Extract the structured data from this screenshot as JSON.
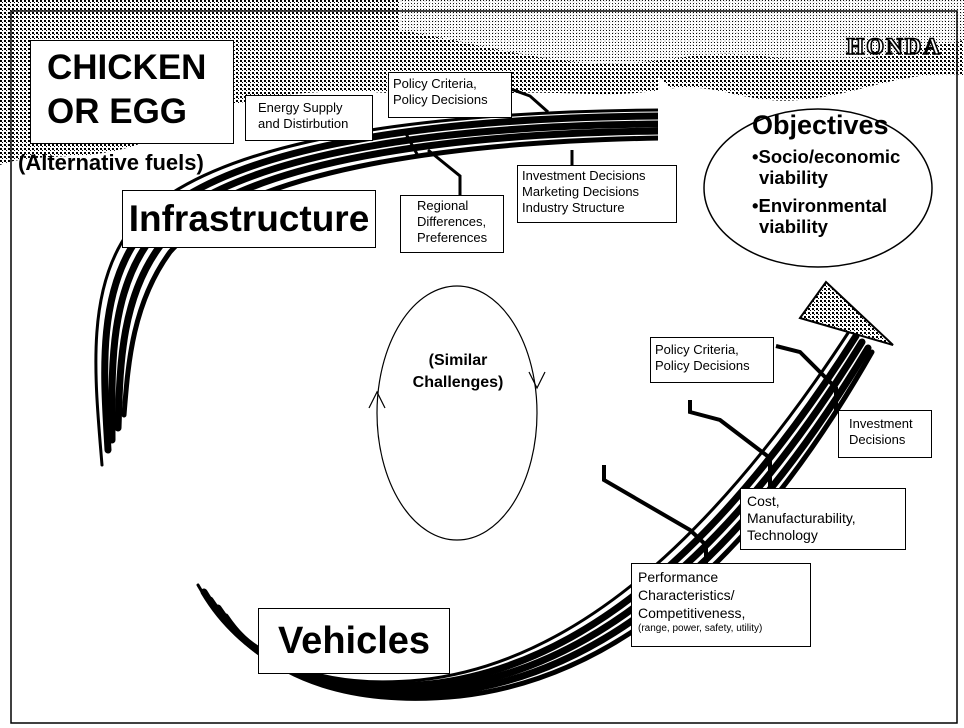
{
  "brand": "HONDA",
  "title": {
    "line1": "CHICKEN",
    "line2": "OR EGG",
    "subtitle": "(Alternative fuels)"
  },
  "infrastructure_label": "Infrastructure",
  "vehicles_label": "Vehicles",
  "cycle": {
    "line1": "(Similar",
    "line2": "Challenges)"
  },
  "objectives": {
    "title": "Objectives",
    "items": [
      {
        "line1": "•Socio/economic",
        "line2": "viability"
      },
      {
        "line1": "•Environmental",
        "line2": "viability"
      }
    ]
  },
  "infra_factors": {
    "energy": {
      "line1": "Energy Supply",
      "line2": "and Distirbution"
    },
    "policy": {
      "line1": "Policy Criteria,",
      "line2": "Policy Decisions"
    },
    "investment": {
      "line1": "Investment Decisions",
      "line2": "Marketing Decisions",
      "line3": "Industry Structure"
    },
    "regional": {
      "line1": "Regional",
      "line2": "Differences,",
      "line3": "Preferences"
    }
  },
  "vehicle_factors": {
    "policy": {
      "line1": "Policy Criteria,",
      "line2": "Policy Decisions"
    },
    "investment": {
      "line1": "Investment",
      "line2": "Decisions"
    },
    "cost": {
      "line1": "Cost,",
      "line2": "Manufacturability,",
      "line3": "Technology"
    },
    "performance": {
      "line1": "Performance",
      "line2": "Characteristics/",
      "line3": "Competitiveness,",
      "line4": "(range, power, safety, utility)"
    }
  }
}
